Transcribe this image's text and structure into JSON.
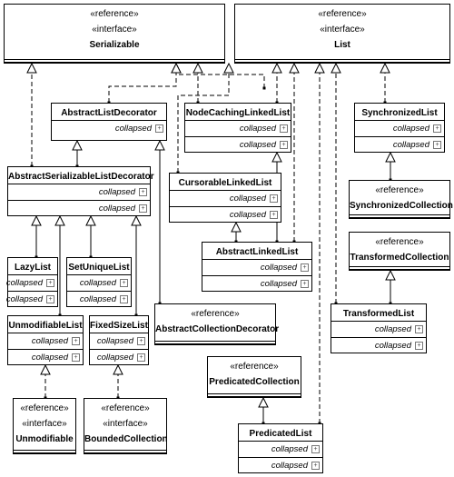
{
  "diagram": {
    "collapsed_label": "collapsed",
    "expand_symbol": "+",
    "boxes": {
      "serializable": {
        "stereotypes": [
          "«reference»",
          "«interface»"
        ],
        "name": "Serializable"
      },
      "list": {
        "stereotypes": [
          "«reference»",
          "«interface»"
        ],
        "name": "List"
      },
      "abstract_list_decorator": {
        "name": "AbstractListDecorator"
      },
      "node_caching_linked_list": {
        "name": "NodeCachingLinkedList"
      },
      "synchronized_list": {
        "name": "SynchronizedList"
      },
      "abstract_serializable_list_decorator": {
        "name": "AbstractSerializableListDecorator"
      },
      "cursorable_linked_list": {
        "name": "CursorableLinkedList"
      },
      "synchronized_collection": {
        "stereotypes": [
          "«reference»"
        ],
        "name": "SynchronizedCollection"
      },
      "abstract_linked_list": {
        "name": "AbstractLinkedList"
      },
      "transformed_collection": {
        "stereotypes": [
          "«reference»"
        ],
        "name": "TransformedCollection"
      },
      "lazy_list": {
        "name": "LazyList"
      },
      "set_unique_list": {
        "name": "SetUniqueList"
      },
      "unmodifiable_list": {
        "name": "UnmodifiableList"
      },
      "fixed_size_list": {
        "name": "FixedSizeList"
      },
      "abstract_collection_decorator": {
        "stereotypes": [
          "«reference»"
        ],
        "name": "AbstractCollectionDecorator"
      },
      "transformed_list": {
        "name": "TransformedList"
      },
      "predicated_collection": {
        "stereotypes": [
          "«reference»"
        ],
        "name": "PredicatedCollection"
      },
      "predicated_list": {
        "name": "PredicatedList"
      },
      "unmodifiable": {
        "stereotypes": [
          "«reference»",
          "«interface»"
        ],
        "name": "Unmodifiable"
      },
      "bounded_collection": {
        "stereotypes": [
          "«reference»",
          "«interface»"
        ],
        "name": "BoundedCollection"
      }
    }
  }
}
